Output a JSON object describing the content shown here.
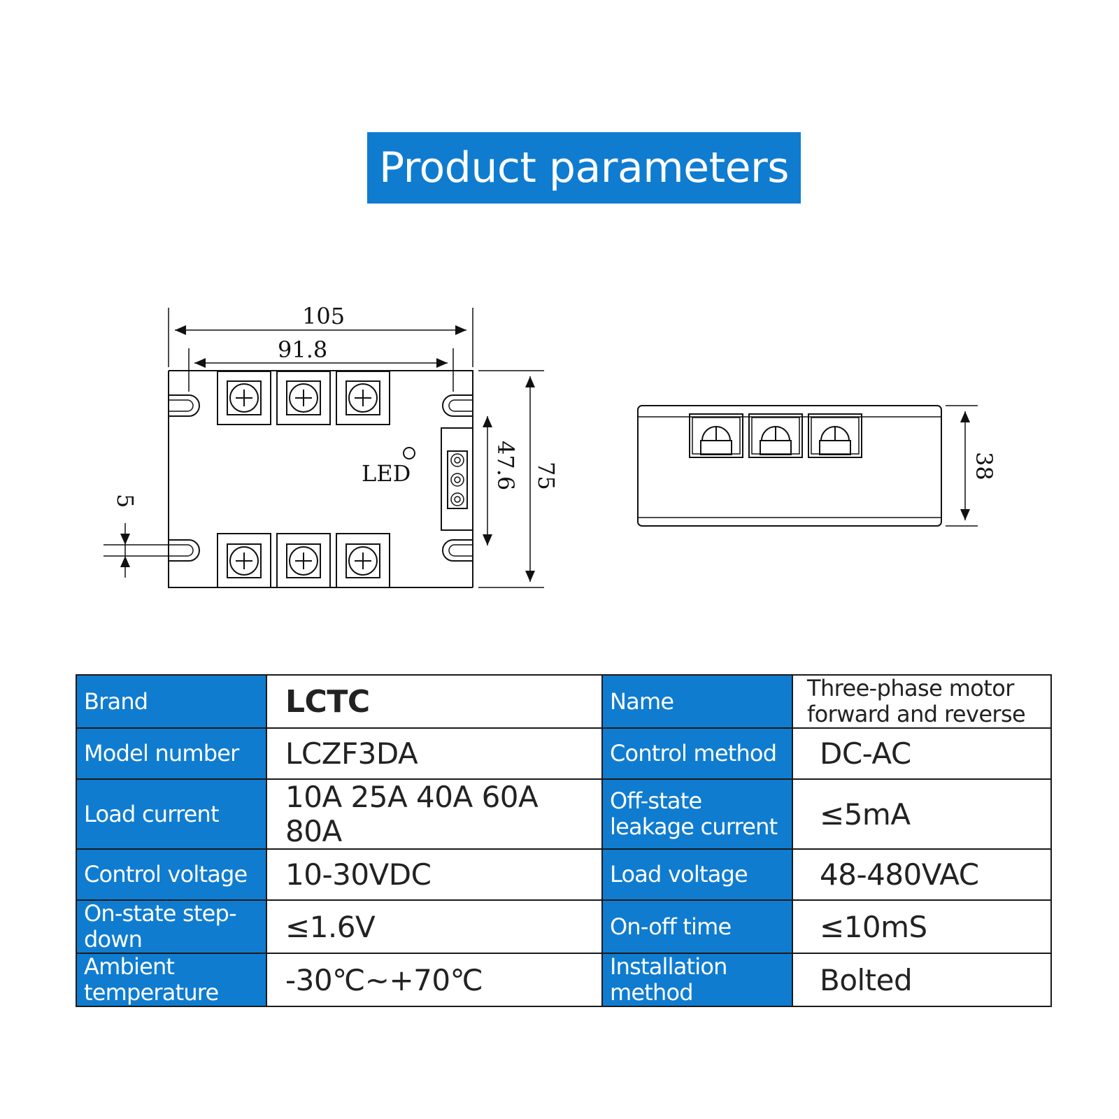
{
  "title": "Product parameters",
  "diagram": {
    "dim_overall_width": "105",
    "dim_mount_spacing": "91.8",
    "dim_slot": "5",
    "dim_inner_height": "47.6",
    "dim_overall_height": "75",
    "dim_depth": "38",
    "led_label": "LED"
  },
  "specs": {
    "rows": [
      {
        "label_left": "Brand",
        "value_left": "LCTC",
        "label_right": "Name",
        "value_right": "Three-phase motor forward and reverse"
      },
      {
        "label_left": "Model number",
        "value_left": "LCZF3DA",
        "label_right": "Control method",
        "value_right": "DC-AC"
      },
      {
        "label_left": "Load current",
        "value_left": "10A 25A 40A 60A 80A",
        "label_right": "Off-state leakage current",
        "value_right": "≤5mA"
      },
      {
        "label_left": "Control voltage",
        "value_left": "10-30VDC",
        "label_right": "Load voltage",
        "value_right": "48-480VAC"
      },
      {
        "label_left": "On-state step-down",
        "value_left": "≤1.6V",
        "label_right": "On-off time",
        "value_right": "≤10mS"
      },
      {
        "label_left": "Ambient temperature",
        "value_left": "-30℃~+70℃",
        "label_right": "Installation method",
        "value_right": "Bolted"
      }
    ]
  },
  "colors": {
    "accent_blue": "#0f7cd0",
    "line": "#111111"
  }
}
